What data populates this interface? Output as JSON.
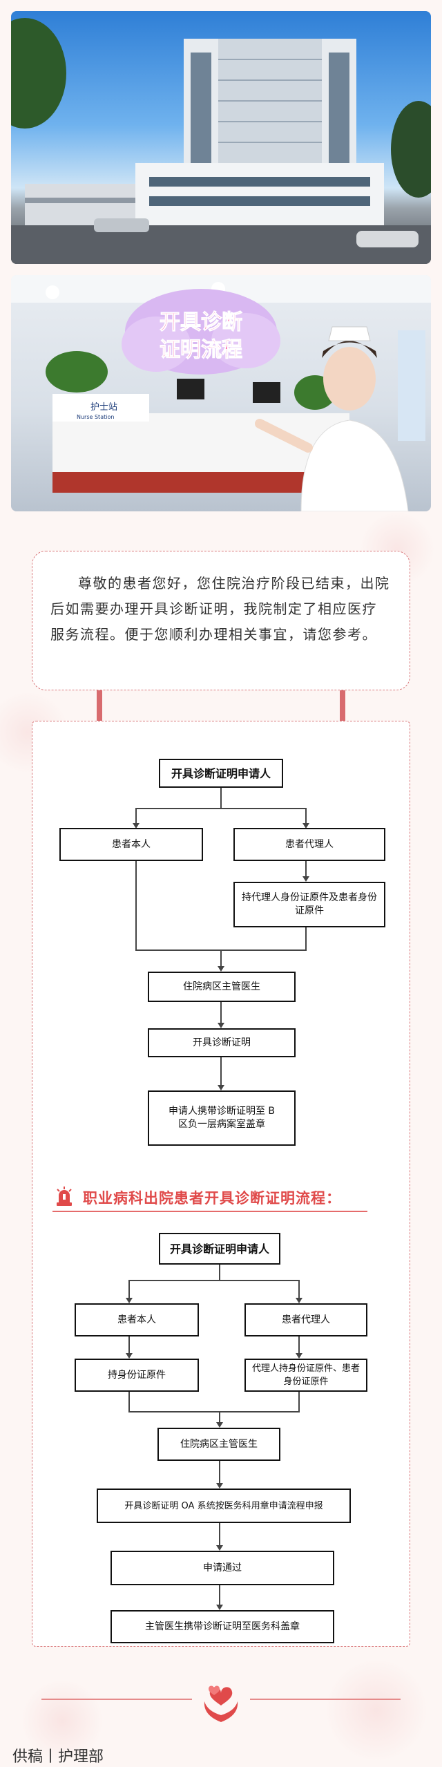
{
  "photos": {
    "building_alt": "hospital-building",
    "station_sign": "护士站",
    "station_sign_en": "Nurse Station",
    "bubble_line1": "开具诊断",
    "bubble_line2": "证明流程"
  },
  "intro": {
    "text": "尊敬的患者您好，您住院治疗阶段已结束，出院后如需要办理开具诊断证明，我院制定了相应医疗服务流程。便于您顺利办理相关事宜，请您参考。"
  },
  "flow1": {
    "start": "开具诊断证明申请人",
    "patient": "患者本人",
    "agent": "患者代理人",
    "agent_docs": "持代理人身份证原件及患者身份证原件",
    "doctor": "住院病区主管医生",
    "issue": "开具诊断证明",
    "stamp": "申请人携带诊断证明至 B 区负一层病案室盖章"
  },
  "section2": {
    "title": "职业病科出院患者开具诊断证明流程："
  },
  "flow2": {
    "start": "开具诊断证明申请人",
    "patient": "患者本人",
    "agent": "患者代理人",
    "patient_docs": "持身份证原件",
    "agent_docs": "代理人持身份证原件、患者身份证原件",
    "doctor": "住院病区主管医生",
    "oa": "开具诊断证明 OA 系统按医务科用章申请流程申报",
    "approved": "申请通过",
    "final": "主管医生携带诊断证明至医务科盖章"
  },
  "footer": {
    "credit": "供稿丨护理部"
  },
  "colors": {
    "accent": "#e04a4a",
    "dash": "#d9777a",
    "page_bg": "#fdf6f4"
  }
}
